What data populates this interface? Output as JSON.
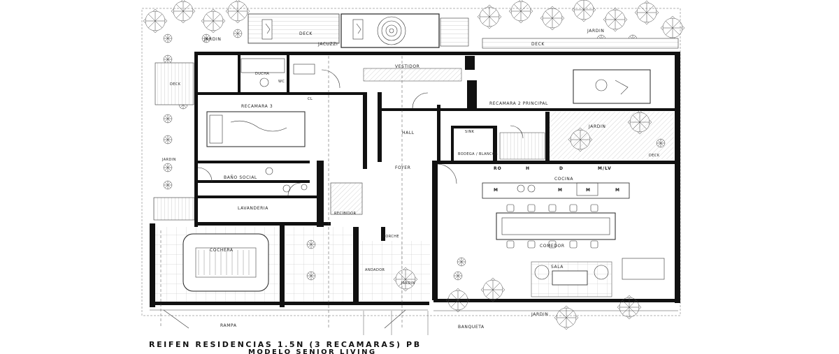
{
  "drawing": {
    "title_line1": "REIFEN RESIDENCIAS 1.5N (3 RECAMARAS) PB",
    "title_line2": "MODELO SENIOR LIVING"
  },
  "rooms": {
    "jardin_top_left": "JARDIN",
    "jardin_top_right": "JARDIN",
    "deck_top_left": "DECK",
    "jacuzzi": "JACUZZI",
    "deck_top_right": "DECK",
    "ducha": "DUCHA",
    "wc": "WC",
    "vestidor": "VESTIDOR",
    "cl": "CL",
    "recamara_principal": "RECAMARA 2 PRINCIPAL",
    "recamara_3": "RECAMARA 3",
    "hall": "HALL",
    "sink": "SINK",
    "bodega": "BODEGA / BLANCOS",
    "jardin_right": "JARDIN",
    "deck_right": "DECK",
    "deck_left": "DECK",
    "jardin_left": "JARDIN",
    "bano_social": "BAÑO SOCIAL",
    "foyer": "FOYER",
    "lavanderia": "LAVANDERIA",
    "recibidor": "RECIBIDOR",
    "cocina": "COCINA",
    "cochera": "COCHERA",
    "porche": "PORCHE",
    "andador": "ANDADOR",
    "jardin_front": "JARDIN",
    "comedor": "COMEDOR",
    "sala": "SALA",
    "jardin_bottom": "JARDIN",
    "rampa": "RAMPA",
    "banqueta": "BANQUETA"
  },
  "kitchen_codes": {
    "ro": "RO",
    "h": "H",
    "d": "D",
    "mlv": "M/LV",
    "m1": "M",
    "m2": "M",
    "m3": "M",
    "m4": "M"
  }
}
